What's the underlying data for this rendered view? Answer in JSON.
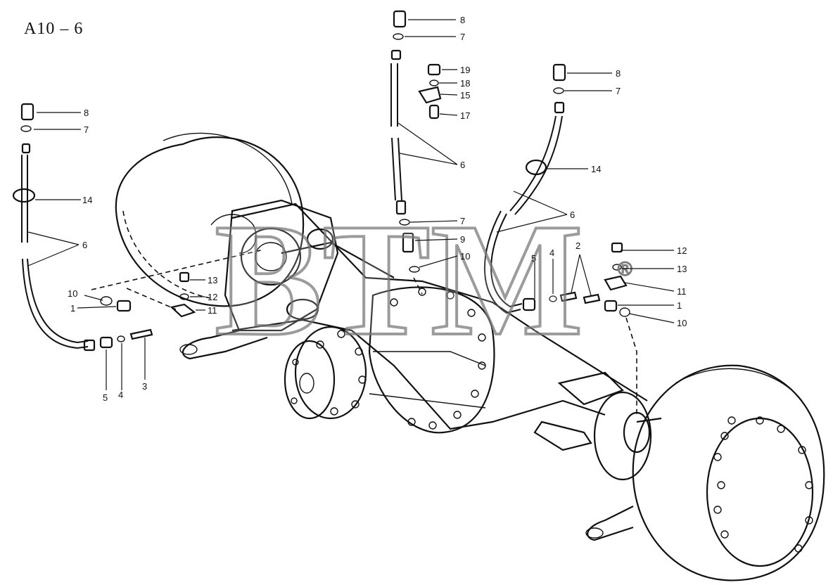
{
  "title": "A10 – 6",
  "watermark": "BTM",
  "watermark_mark": "®",
  "callouts": {
    "left": [
      "8",
      "7",
      "14",
      "6",
      "10",
      "1",
      "13",
      "12",
      "11",
      "5",
      "4",
      "3"
    ],
    "center": [
      "8",
      "7",
      "19",
      "18",
      "15",
      "17",
      "6",
      "7",
      "9",
      "10"
    ],
    "right": [
      "8",
      "7",
      "14",
      "6",
      "4",
      "5",
      "2",
      "12",
      "13",
      "11",
      "1",
      "10"
    ]
  }
}
